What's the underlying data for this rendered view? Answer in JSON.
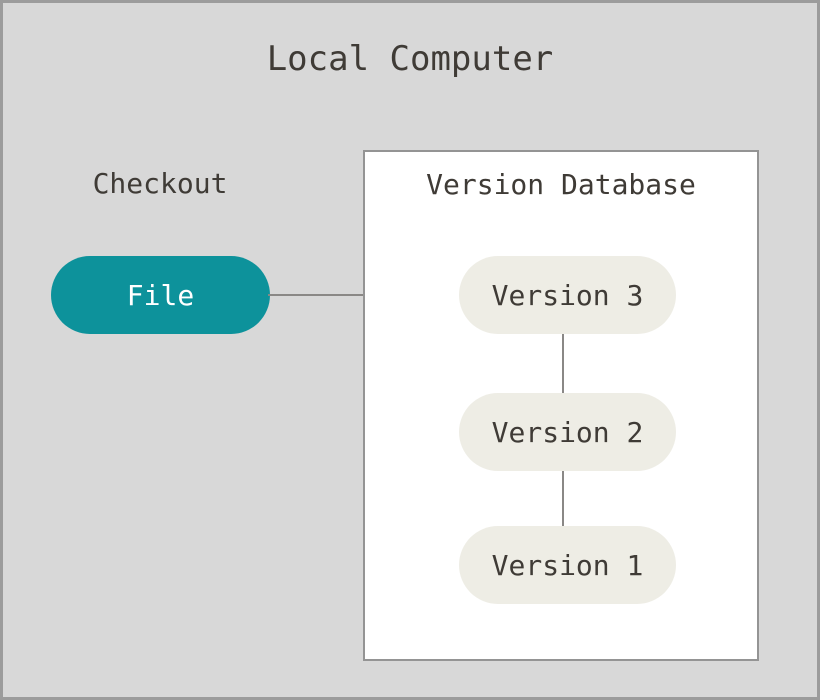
{
  "diagram": {
    "title": "Local Computer",
    "checkout": {
      "label": "Checkout",
      "file_node_label": "File"
    },
    "version_database": {
      "label": "Version Database",
      "versions": [
        "Version 3",
        "Version 2",
        "Version 1"
      ]
    },
    "connections": [
      "File - Version 3",
      "Version 3 - Version 2",
      "Version 2 - Version 1"
    ],
    "colors": {
      "background": "#D8D8D8",
      "outer_border": "#9C9C9C",
      "box_fill": "#FFFFFF",
      "box_border": "#949494",
      "file_fill": "#0D929B",
      "file_text": "#FFFFFF",
      "version_fill": "#EEEDE5",
      "text": "#3F3B36",
      "connector": "#8A8886"
    }
  }
}
